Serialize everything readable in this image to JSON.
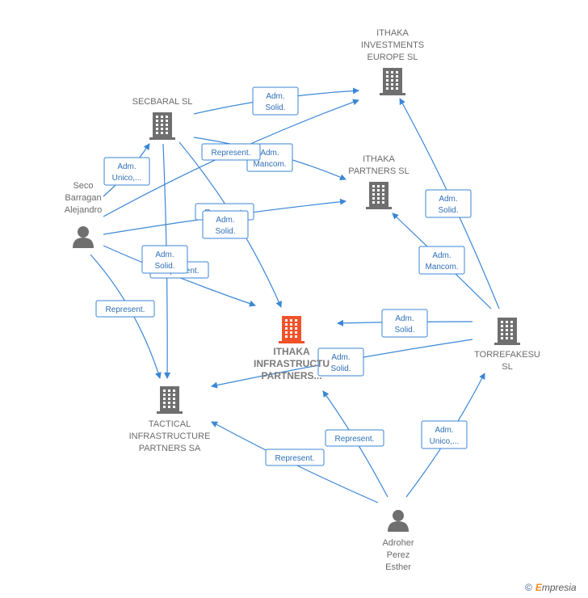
{
  "nodes": {
    "ithaka_investments": {
      "lines": [
        "ITHAKA",
        "INVESTMENTS",
        "EUROPE  SL"
      ],
      "kind": "company"
    },
    "secbaral": {
      "lines": [
        "SECBARAL  SL"
      ],
      "kind": "company"
    },
    "ithaka_partners": {
      "lines": [
        "ITHAKA",
        "PARTNERS SL"
      ],
      "kind": "company"
    },
    "seco": {
      "lines": [
        "Seco",
        "Barragan",
        "Alejandro"
      ],
      "kind": "person"
    },
    "ithaka_infra": {
      "lines": [
        "ITHAKA",
        "INFRASTRUCTU",
        "PARTNERS..."
      ],
      "kind": "company-main"
    },
    "torrefakesu": {
      "lines": [
        "TORREFAKESU",
        "SL"
      ],
      "kind": "company"
    },
    "tactical": {
      "lines": [
        "TACTICAL",
        "INFRASTRUCTURE",
        "PARTNERS SA"
      ],
      "kind": "company"
    },
    "adroher": {
      "lines": [
        "Adroher",
        "Perez",
        "Esther"
      ],
      "kind": "person"
    }
  },
  "edge_labels": {
    "secbaral_investments": [
      "Adm.",
      "Solid."
    ],
    "secbaral_partners": [
      "Adm.",
      "Mancom."
    ],
    "seco_secbaral": [
      "Adm.",
      "Unico,..."
    ],
    "seco_investments": [
      "Represent."
    ],
    "seco_partners": [
      "Represent."
    ],
    "secbaral_infra": [
      "Adm.",
      "Solid."
    ],
    "seco_infra_represent": [
      "Represent."
    ],
    "secbaral_tactical": [
      "Adm.",
      "Solid."
    ],
    "seco_tactical": [
      "Represent."
    ],
    "torre_investments": [
      "Adm.",
      "Solid."
    ],
    "torre_partners": [
      "Adm.",
      "Mancom."
    ],
    "torre_infra": [
      "Adm.",
      "Solid."
    ],
    "torre_tactical": [
      "Adm.",
      "Solid."
    ],
    "adroher_infra": [
      "Represent."
    ],
    "adroher_tactical": [
      "Represent."
    ],
    "adroher_torre": [
      "Adm.",
      "Unico,..."
    ]
  },
  "colors": {
    "edge": "#3b86d6",
    "company_icon": "#6f6f6f",
    "main_company_icon": "#f0522a",
    "person_icon": "#6f6f6f"
  },
  "brand": {
    "copyright": "©",
    "first_letter": "E",
    "rest": "mpresia"
  }
}
